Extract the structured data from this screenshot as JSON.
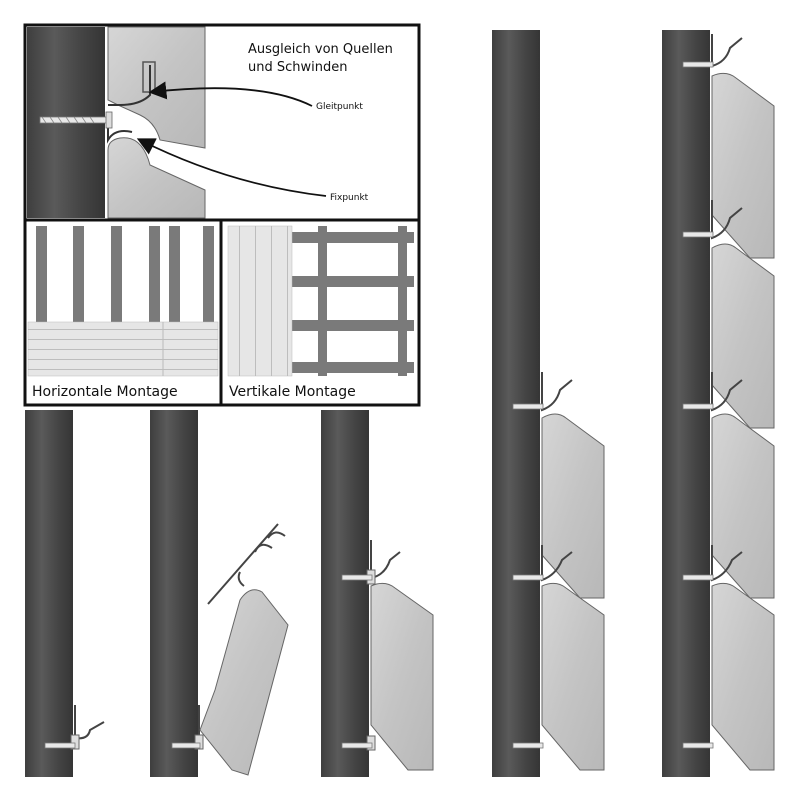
{
  "detail": {
    "title_line1": "Ausgleich von Quellen",
    "title_line2": "und Schwinden",
    "gleitpunkt": "Gleitpunkt",
    "fixpunkt": "Fixpunkt"
  },
  "montage": {
    "horizontal": "Horizontale Montage",
    "vertical": "Vertikale Montage"
  },
  "steps": [
    {
      "id": 1,
      "boards": 0
    },
    {
      "id": 2,
      "boards": 1,
      "tilted": true
    },
    {
      "id": 3,
      "boards": 1
    },
    {
      "id": 4,
      "boards": 2
    },
    {
      "id": 5,
      "boards": 4
    }
  ],
  "colors": {
    "post": "#505050",
    "board": "#c9c9c9",
    "frame": "#111111",
    "clip": "#d0d0d0"
  }
}
